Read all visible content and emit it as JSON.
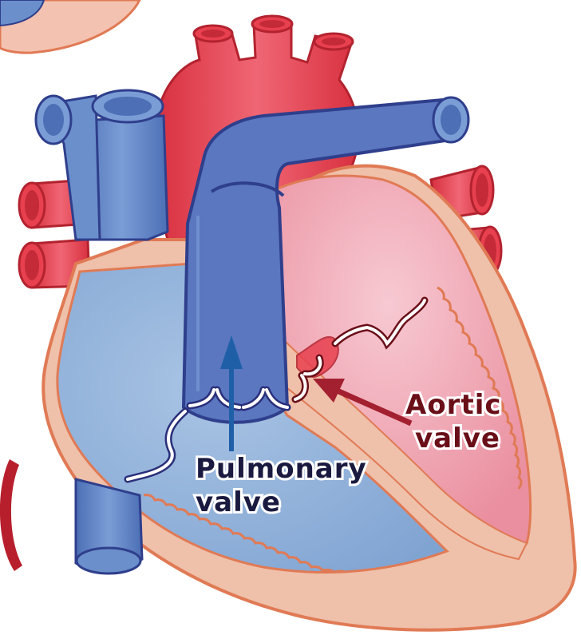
{
  "labels": {
    "pulmonary_line1": "Pulmonary",
    "pulmonary_line2": "valve",
    "aortic_line1": "Aortic",
    "aortic_line2": "valve"
  },
  "colors": {
    "oxygenated_red": "#e8404f",
    "red_dark": "#b3232f",
    "deoxygenated_blue": "#5f85c4",
    "blue_dark": "#2f3f8c",
    "muscle_tan": "#e9b7a0",
    "muscle_outline": "#e07a55",
    "chamber_left": "#f2a9b4",
    "chamber_right": "#8fb3da",
    "pulmonary_arrow": "#1f5fa8",
    "aortic_arrow": "#a32030",
    "pulmonary_label_text": "#1a1a40",
    "aortic_label_text": "#6a0f18"
  }
}
